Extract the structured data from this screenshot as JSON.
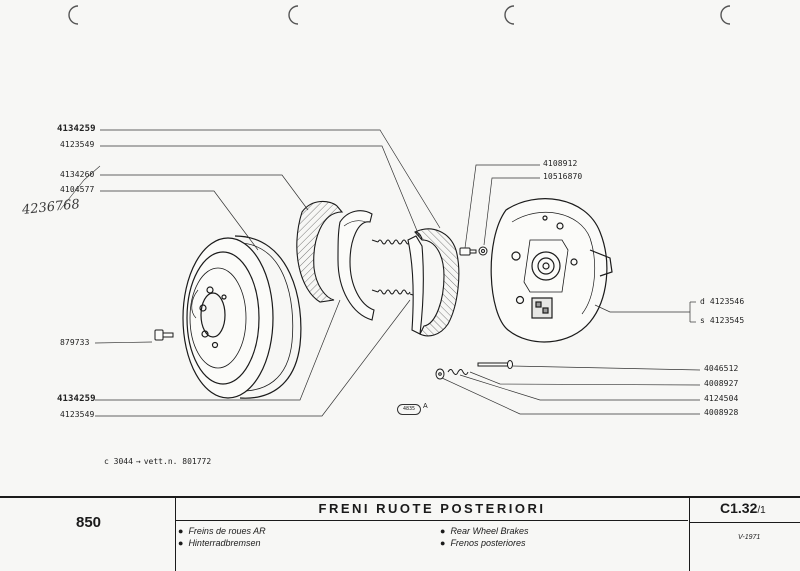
{
  "part_labels": {
    "l1": "4134259",
    "l2": "4123549",
    "l3": "4134260",
    "l4": "4104577",
    "l5": "879733",
    "l6": "4134259",
    "l7": "4123549",
    "r1": "4108912",
    "r2": "10516870",
    "r3": "4123546",
    "r3_prefix": "d",
    "r4": "4123545",
    "r4_prefix": "s",
    "r5": "4046512",
    "r6": "4008927",
    "r7": "4124504",
    "r8": "4008928"
  },
  "handwritten_note": "4236768",
  "change_note": {
    "code": "c 3044",
    "text": "vett.n. 801772"
  },
  "figure_tag": {
    "number": "4835",
    "letter": "A"
  },
  "title_block": {
    "model": "850",
    "title": "FRENI RUOTE POSTERIORI",
    "sub_fr": "Freins de roues AR",
    "sub_de": "Hinterradbremsen",
    "sub_en": "Rear Wheel Brakes",
    "sub_es": "Frenos posteriores",
    "bullet": "●",
    "code_main": "C1.32",
    "code_sub": "/1",
    "date": "V-1971"
  }
}
